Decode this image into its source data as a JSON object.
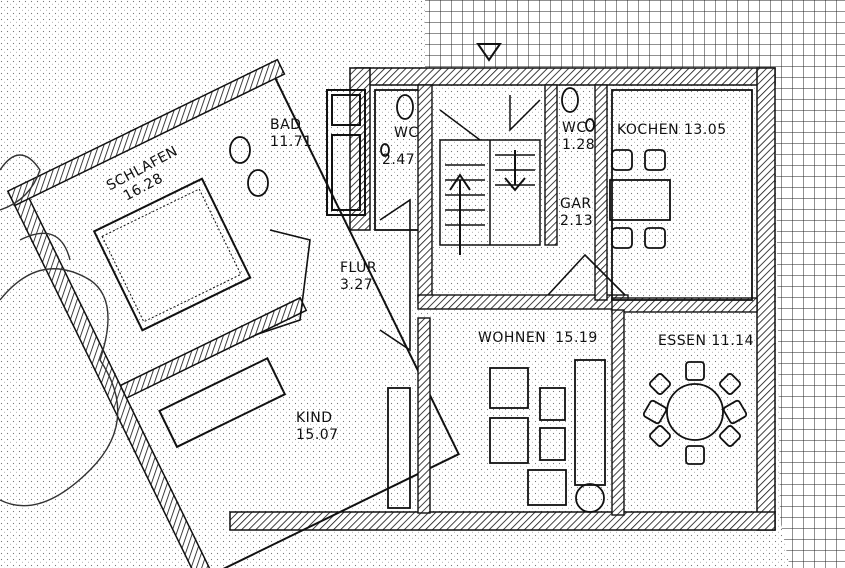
{
  "rooms": {
    "bad": {
      "name": "BAD",
      "area": "11.71"
    },
    "wc1": {
      "name": "WC",
      "area": "2.47"
    },
    "wc2": {
      "name": "WC",
      "area": "1.28"
    },
    "kochen": {
      "name": "KOCHEN",
      "area": "13.05"
    },
    "schlafen": {
      "name": "SCHLAFEN",
      "area": "16.28"
    },
    "gar": {
      "name": "GAR",
      "area": "2.13"
    },
    "flur": {
      "name": "FLUR",
      "area": "3.27"
    },
    "wohnen": {
      "name": "WOHNEN",
      "area": "15.19"
    },
    "essen": {
      "name": "ESSEN",
      "area": "11.14"
    },
    "kind": {
      "name": "KIND",
      "area": "15.07"
    }
  }
}
